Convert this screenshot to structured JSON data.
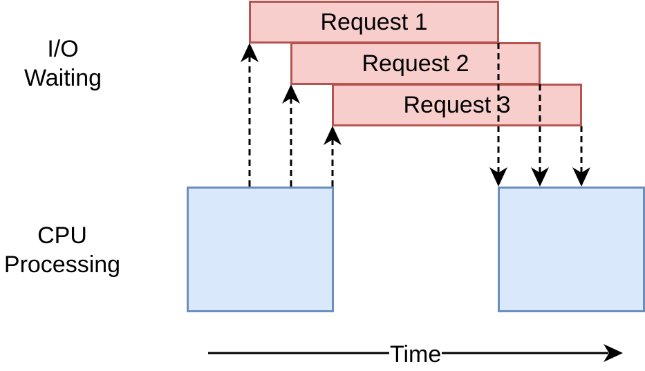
{
  "row_labels": {
    "io_line1": "I/O",
    "io_line2": "Waiting",
    "cpu_line1": "CPU",
    "cpu_line2": "Processing"
  },
  "requests": [
    {
      "label": "Request 1"
    },
    {
      "label": "Request 2"
    },
    {
      "label": "Request 3"
    }
  ],
  "time_axis": {
    "label": "Time"
  },
  "colors": {
    "request_fill": "#f8cecc",
    "request_stroke": "#b85450",
    "cpu_fill": "#dae8fc",
    "cpu_stroke": "#6c8ebf",
    "arrow": "#000000"
  }
}
